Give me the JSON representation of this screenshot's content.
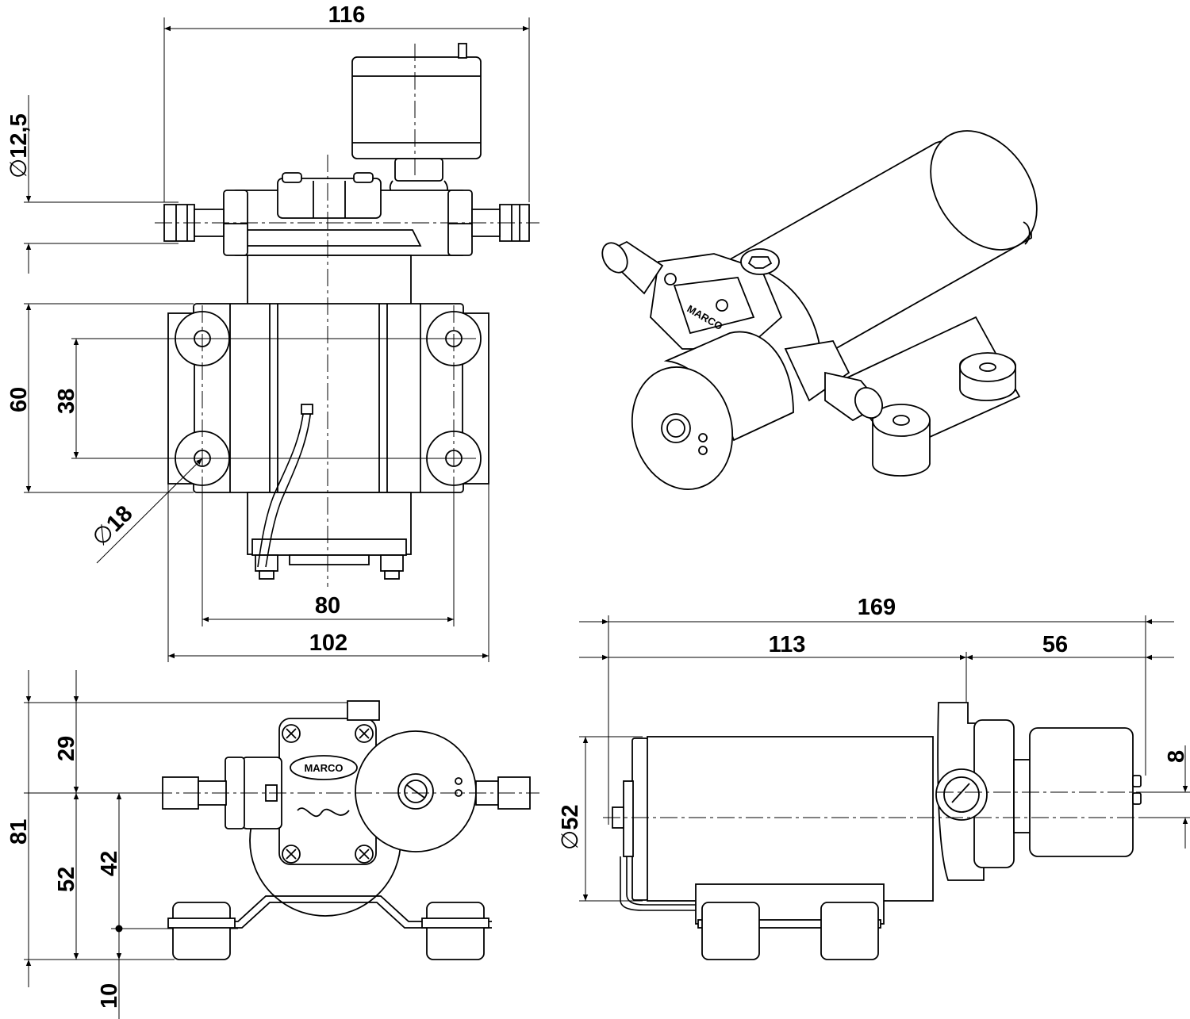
{
  "dimensions": {
    "top_view": {
      "overall_length": "116",
      "port_diameter": "12,5",
      "body_height": "60",
      "hole_spacing_y": "38",
      "foot_diameter": "18",
      "hole_spacing_x": "80",
      "base_width": "102"
    },
    "front_view": {
      "total_height": "81",
      "top_to_port_axis": "29",
      "port_axis_to_bottom": "52",
      "port_axis_to_foot_top": "42",
      "foot_height": "10"
    },
    "side_view": {
      "overall_length": "169",
      "motor_length": "113",
      "pump_head_length": "56",
      "motor_diameter": "52",
      "terminal_offset": "8"
    }
  },
  "labels": {
    "brand": "MARCO"
  }
}
